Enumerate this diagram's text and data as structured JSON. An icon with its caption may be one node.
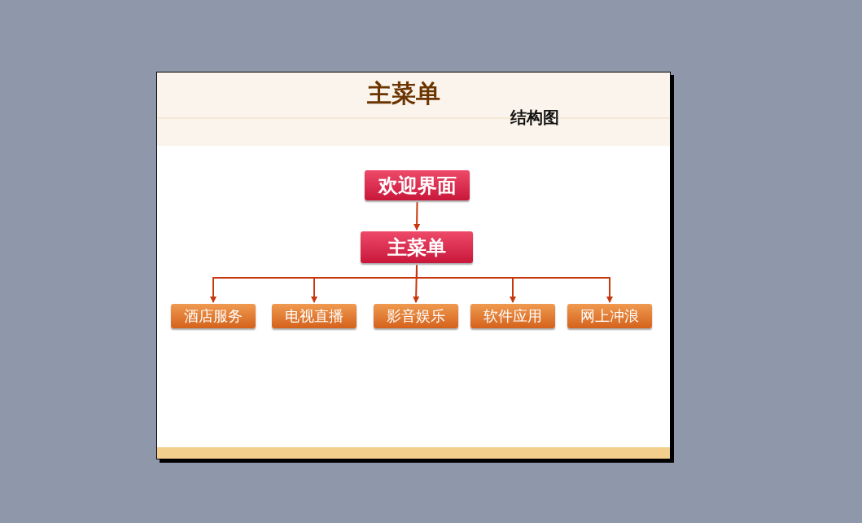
{
  "diagram": {
    "title": "主菜单",
    "nodes": [
      {
        "text": [
          "欢迎界面"
        ]
      },
      {
        "text": [
          "主菜单"
        ]
      },
      {
        "text": [
          "酒店服务"
        ]
      },
      {
        "text": [
          "电视直播"
        ]
      },
      {
        "text": [
          "影音娱乐"
        ]
      },
      {
        "text": [
          "软件应用"
        ]
      },
      {
        "text": [
          "网上冲浪"
        ]
      }
    ],
    "edges": [
      {
        "from": 0,
        "to": 1,
        "arrow": "to"
      },
      {
        "from": 1,
        "to": 2,
        "arrow": "to"
      },
      {
        "from": 1,
        "to": 3,
        "arrow": "to"
      },
      {
        "from": 1,
        "to": 4,
        "arrow": "to"
      },
      {
        "from": 1,
        "to": 5,
        "arrow": "to"
      },
      {
        "from": 1,
        "to": 6,
        "arrow": "to"
      }
    ],
    "labels": [
      "结构图"
    ]
  }
}
